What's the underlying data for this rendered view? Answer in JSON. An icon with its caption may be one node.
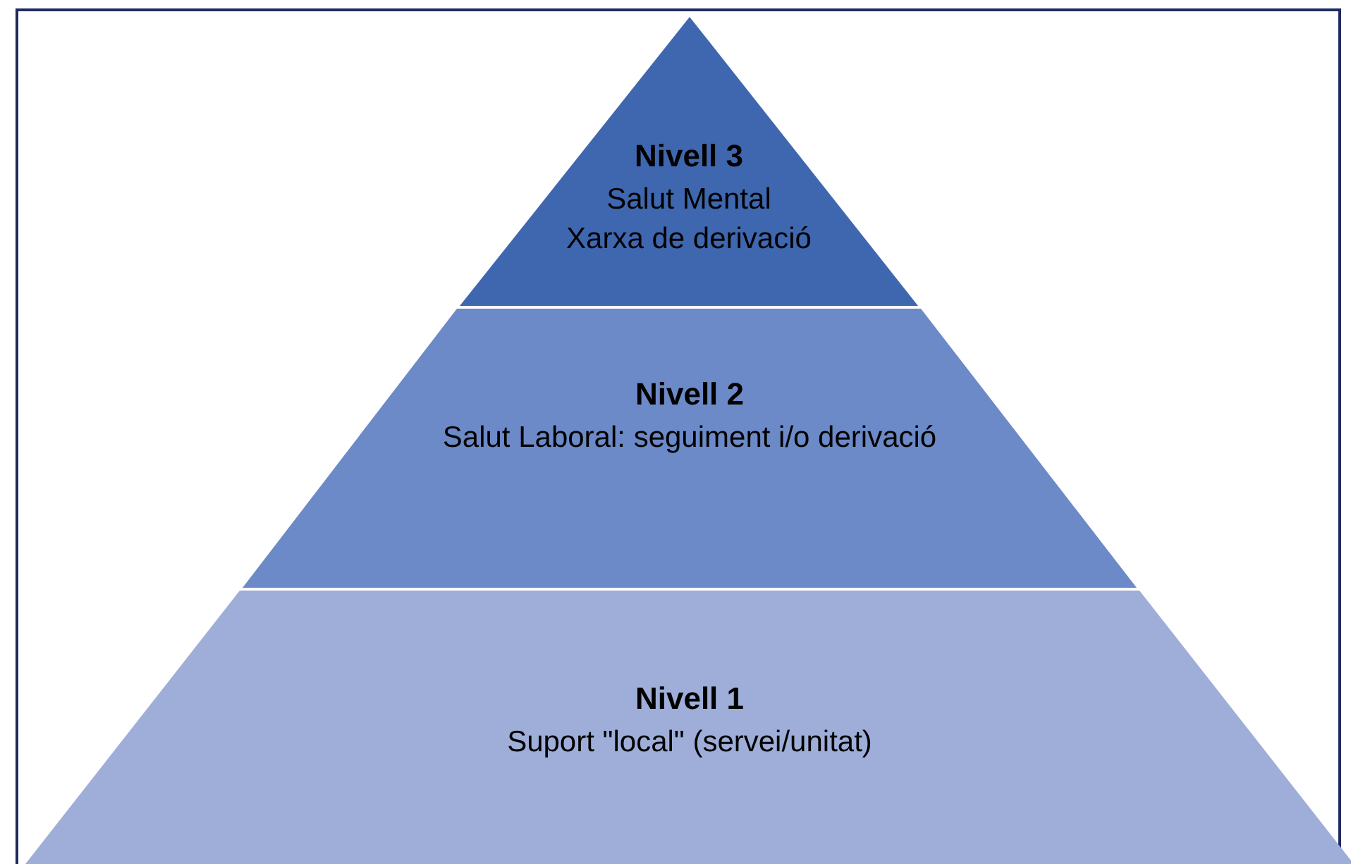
{
  "diagram": {
    "nodes": [
      {
        "text": [
          "Nivell 3",
          "Salut Mental",
          "Xarxa de derivació"
        ]
      },
      {
        "text": [
          "Nivell 2",
          "Salut Laboral: seguiment i/o derivació"
        ]
      },
      {
        "text": [
          "Nivell 1",
          "Suport \"local\" (servei/unitat)"
        ]
      }
    ]
  }
}
